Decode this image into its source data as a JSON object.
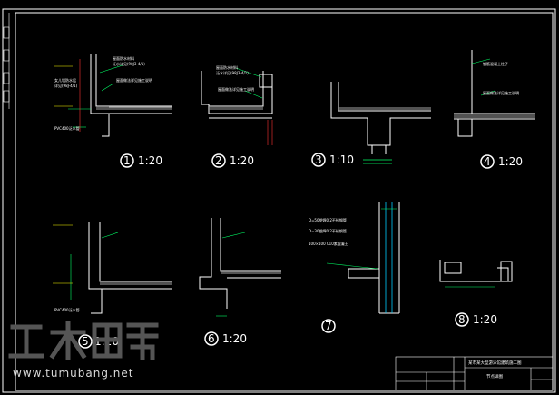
{
  "drawing": {
    "details": [
      {
        "id": "1",
        "scale": "1:20"
      },
      {
        "id": "2",
        "scale": "1:20"
      },
      {
        "id": "3",
        "scale": "1:10"
      },
      {
        "id": "4",
        "scale": "1:20"
      },
      {
        "id": "5",
        "scale": "1:20"
      },
      {
        "id": "6",
        "scale": "1:20"
      },
      {
        "id": "7",
        "scale": ""
      },
      {
        "id": "8",
        "scale": "1:20"
      }
    ],
    "callouts": {
      "d7_line1": "D=50塑焊0.2不锈钢管",
      "d7_line2": "D=30塑焊0.2不锈钢管",
      "d7_line3": "100×100 C10素混凝土",
      "d1_pvc": "PVC400泛水管",
      "d5_pvc": "PVC400泛水管",
      "d1_note1": "女儿墙防水层",
      "d1_note2": "详见(98J-4/1)",
      "d1_top1": "屋面防水材料",
      "d1_top2": "泛水详见(98J3-4/1)",
      "d1_roof": "屋面做法详见施工说明",
      "d2_top1": "屋面防水材料",
      "d2_top2": "泛水详见(98J3-4/1)",
      "d2_roof": "屋面做法详见施工说明",
      "d4_top": "钢筋混凝土柱子",
      "d4_roof": "屋面做法详见施工说明"
    },
    "title_block": {
      "project": "某市某大型游泳馆建筑施工图",
      "sheet_title": "节点详图"
    }
  },
  "watermark": {
    "url": "www.tumubang.net"
  }
}
